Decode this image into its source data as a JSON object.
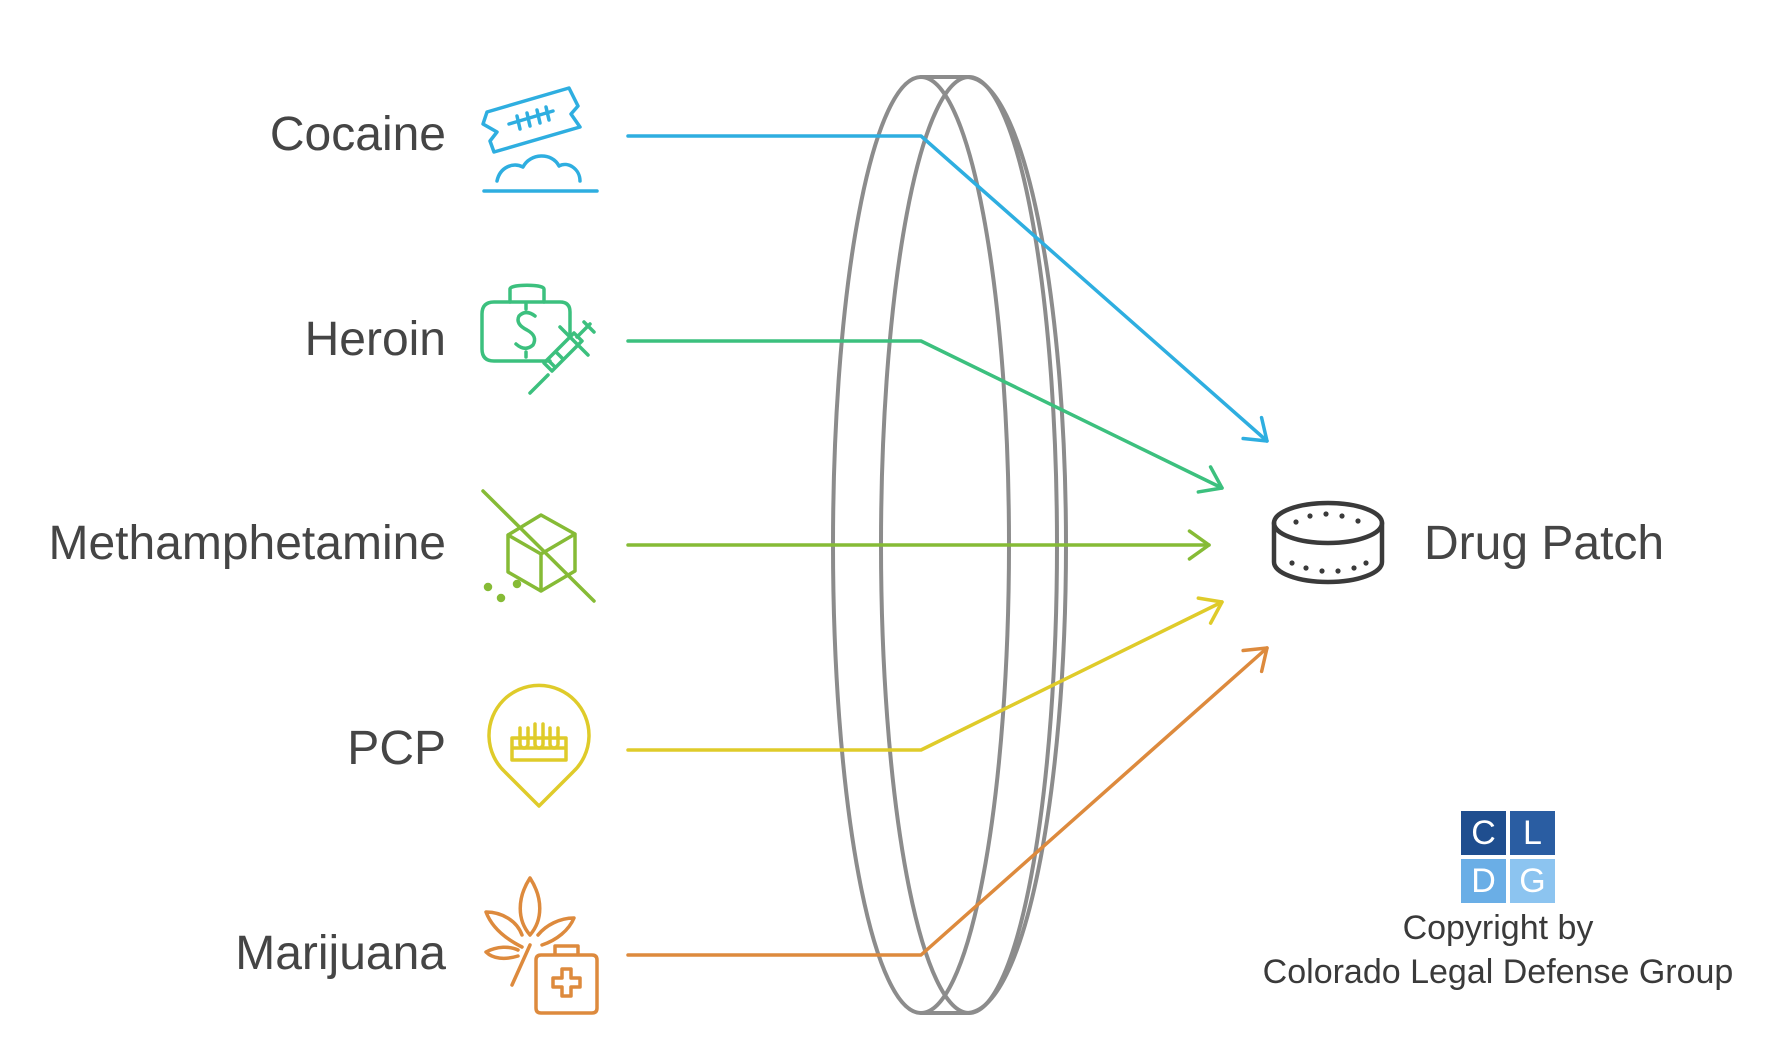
{
  "diagram": {
    "sources": [
      {
        "label": "Cocaine",
        "color": "#2eaee0",
        "icon": "razor-blade-powder-icon"
      },
      {
        "label": "Heroin",
        "color": "#3cc07e",
        "icon": "money-bag-syringe-icon"
      },
      {
        "label": "Methamphetamine",
        "color": "#86bb36",
        "icon": "crossed-out-crystal-icon"
      },
      {
        "label": "PCP",
        "color": "#dfcb2a",
        "icon": "test-tubes-location-pin-icon"
      },
      {
        "label": "Marijuana",
        "color": "#dd8a3d",
        "icon": "cannabis-leaf-medical-kit-icon"
      }
    ],
    "lens_color": "#8c8c8c",
    "target": {
      "label": "Drug Patch",
      "icon": "drug-patch-icon"
    }
  },
  "watermark": {
    "logo": {
      "letters": [
        "C",
        "L",
        "D",
        "G"
      ],
      "colors": [
        "#1f4e8f",
        "#2a5da2",
        "#6aaee6",
        "#8cc4f0"
      ]
    },
    "line1": "Copyright by",
    "line2": "Colorado Legal Defense Group"
  }
}
